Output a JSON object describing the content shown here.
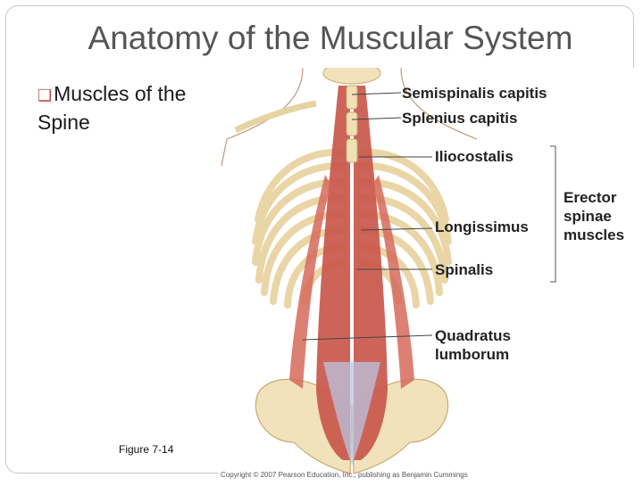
{
  "slide": {
    "title": "Anatomy of the Muscular System",
    "bullet": {
      "icon": "bullet-icon",
      "glyph": "❑",
      "line1": "Muscles of the",
      "line2": "Spine"
    },
    "caption": "Figure 7-14"
  },
  "figure": {
    "labels": {
      "semispinalis": "Semispinalis capitis",
      "splenius": "Splenius capitis",
      "iliocostalis": "Iliocostalis",
      "longissimus": "Longissimus",
      "spinalis": "Spinalis",
      "quadratus_1": "Quadratus",
      "quadratus_2": "lumborum",
      "erector_1": "Erector",
      "erector_2": "spinae",
      "erector_3": "muscles"
    },
    "copyright": "Copyright © 2007 Pearson Education, Inc., publishing as Benjamin Cummings"
  },
  "colors": {
    "title": "#555555",
    "bullet": "#c0504d",
    "muscle": "#c9574b",
    "bone": "#f1e2bb"
  }
}
